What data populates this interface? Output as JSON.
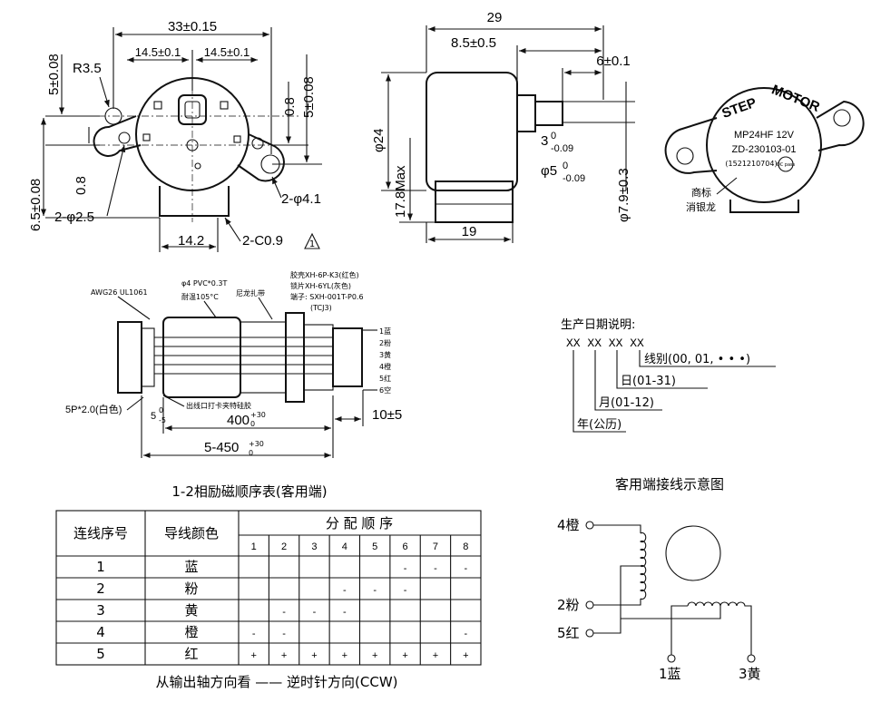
{
  "front_view": {
    "dim_total": "33±0.15",
    "dim_left_half": "14.5±0.1",
    "dim_right_half": "14.5±0.1",
    "dim_top_left": "5±0.08",
    "dim_radius": "R3.5",
    "dim_bottom_left": "6.5±0.08",
    "dim_left_08": "0.8",
    "dim_hole_left": "2-φ2.5",
    "dim_bottom_width": "14.2",
    "dim_chamfer": "2-C0.9",
    "dim_right_08": "0.8",
    "dim_top_right": "5±0.08",
    "dim_hole_right": "2-φ4.1",
    "warning_symbol": "1"
  },
  "side_view": {
    "dim_29": "29",
    "dim_85": "8.5±0.5",
    "dim_6": "6±0.1",
    "dim_dia24": "φ24",
    "dim_178": "17.8Max",
    "dim_3_base": "3",
    "dim_3_tol": "0\n-0.09",
    "dim_3_upper": "0",
    "dim_3_lower": "-0.09",
    "dim_dia5": "φ5",
    "dim_dia5_upper": "0",
    "dim_dia5_lower": "-0.09",
    "dim_79": "φ7.9±0.3",
    "dim_19": "19"
  },
  "label_view": {
    "text_step": "STEP",
    "text_motor": "MOTOR",
    "model": "MP24HF 12V",
    "code": "ZD-230103-01",
    "serial": "(1521210704)",
    "qc": "QC pass",
    "mark_label_1": "商标",
    "mark_label_2": "消银龙"
  },
  "cable_view": {
    "wire_spec": "AWG26 UL1061",
    "pvc": "φ4 PVC*0.3T",
    "temp": "耐温105°C",
    "nylon": "尼龙扎带",
    "shell": "胶壳XH-6P-K3(红色)",
    "lock": "锁片XH-6YL(灰色)",
    "terminal": "端子: SXH-001T-P0.6",
    "tcj": "(TCJ3)",
    "pins": [
      "1蓝",
      "2粉",
      "3黄",
      "4橙",
      "5红",
      "6空"
    ],
    "connector_left": "5P*2.0(白色)",
    "glue_note": "出线口打卡夹特硅胶",
    "dim_5": "5",
    "dim_5_upper": "0",
    "dim_5_lower": "-5",
    "dim_400": "400",
    "dim_400_upper": "+30",
    "dim_400_lower": "0",
    "dim_10": "10±5",
    "dim_450": "5-450",
    "dim_450_upper": "+30",
    "dim_450_lower": "0"
  },
  "date_code": {
    "title": "生产日期说明:",
    "code": "XX XX XX  XX",
    "line": "线别(00, 01, • • •)",
    "day": "日(01-31)",
    "month": "月(01-12)",
    "year": "年(公历)"
  },
  "sequence_table": {
    "title": "1-2相励磁顺序表(客用端)",
    "header_seq": "连线序号",
    "header_color": "导线颜色",
    "header_order": "分 配 顺 序",
    "steps": [
      "1",
      "2",
      "3",
      "4",
      "5",
      "6",
      "7",
      "8"
    ],
    "rows": [
      {
        "no": "1",
        "color": "蓝",
        "cells": [
          "",
          "",
          "",
          "",
          "",
          "-",
          "-",
          "-"
        ]
      },
      {
        "no": "2",
        "color": "粉",
        "cells": [
          "",
          "",
          "",
          "-",
          "-",
          "-",
          "",
          ""
        ]
      },
      {
        "no": "3",
        "color": "黄",
        "cells": [
          "",
          "-",
          "-",
          "-",
          "",
          "",
          "",
          ""
        ]
      },
      {
        "no": "4",
        "color": "橙",
        "cells": [
          "-",
          "-",
          "",
          "",
          "",
          "",
          "",
          "-"
        ]
      },
      {
        "no": "5",
        "color": "红",
        "cells": [
          "+",
          "+",
          "+",
          "+",
          "+",
          "+",
          "+",
          "+"
        ]
      }
    ],
    "footer": "从输出轴方向看 —— 逆时针方向(CCW)"
  },
  "wiring": {
    "title": "客用端接线示意图",
    "l_orange": "4橙",
    "l_pink": "2粉",
    "l_red": "5红",
    "l_blue": "1蓝",
    "l_yellow": "3黄"
  }
}
